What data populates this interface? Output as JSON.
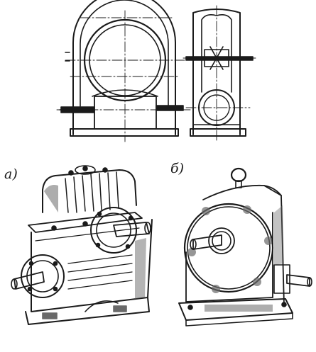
{
  "labels": {
    "view_a": "а)",
    "view_b": "б)"
  },
  "colors": {
    "ink": "#1a1a1a",
    "paper": "#ffffff",
    "shade": "#6a6a6a"
  },
  "icons": {
    "front_view": "worm-gearbox-front-orthographic",
    "side_view": "worm-gearbox-side-orthographic",
    "pictorial_a": "worm-gearbox-with-finned-housing",
    "pictorial_b": "round-cover-gearbox-with-lifting-eye"
  }
}
